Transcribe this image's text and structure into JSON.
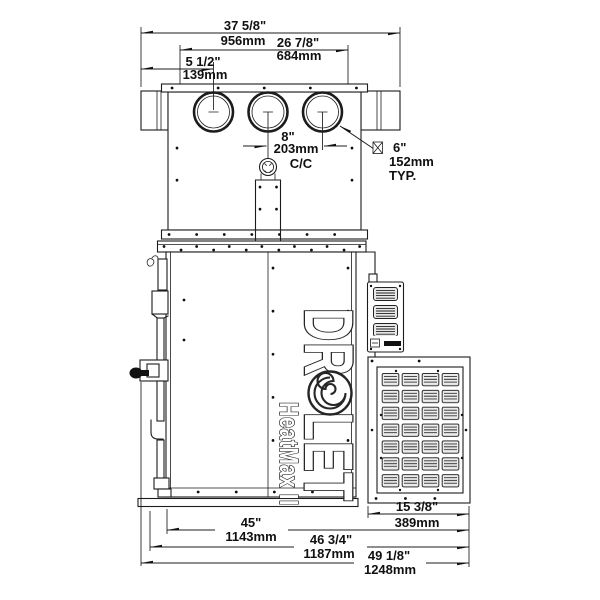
{
  "product": {
    "brand": "DROLET",
    "brand_split": {
      "part1": "DR",
      "part2": "LET"
    },
    "model": "HeatMax II"
  },
  "dimensions": {
    "overall_top": {
      "inches": "37 5/8\"",
      "mm": "956mm"
    },
    "plenum": {
      "inches": "26 7/8\"",
      "mm": "684mm"
    },
    "collar_offset": {
      "inches": "5 1/2\"",
      "mm": "139mm"
    },
    "collar_spacing": {
      "inches": "8\"",
      "mm": "203mm",
      "note": "C/C"
    },
    "collar_size": {
      "inches": "6\"",
      "mm": "152mm",
      "note": "TYP."
    },
    "grille": {
      "inches": "15 3/8\"",
      "mm": "389mm"
    },
    "cabinet": {
      "inches": "45\"",
      "mm": "1143mm"
    },
    "base": {
      "inches": "46 3/4\"",
      "mm": "1187mm"
    },
    "overall": {
      "inches": "49 1/8\"",
      "mm": "1248mm"
    }
  },
  "colors": {
    "line": "#1c1c1c",
    "background": "#ffffff",
    "louver_fill": "#ececec",
    "knob": "#111111"
  }
}
